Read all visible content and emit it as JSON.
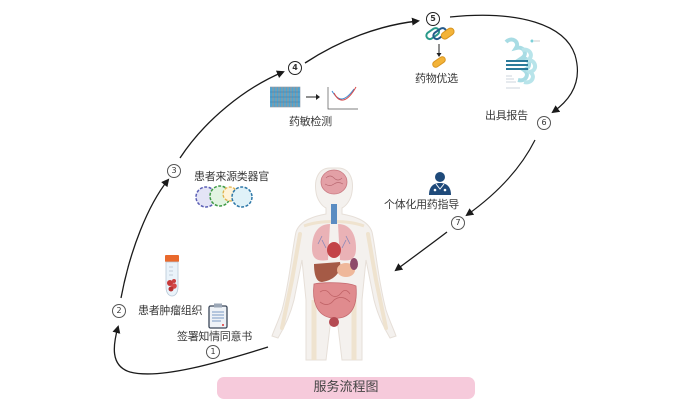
{
  "diagram": {
    "title": "服务流程图",
    "colors": {
      "title_bg": "#f6cadb",
      "arrow": "#1a1a1a",
      "skeleton": "#efe6d6",
      "organ_pink": "#e79aa0",
      "organ_red": "#c94a4f",
      "liver": "#a85a48",
      "trachea": "#4a7ab0",
      "accent_teal": "#7ccfd8",
      "doctor_navy": "#1f4a7a"
    },
    "steps": [
      {
        "number": "1",
        "label": "签署知情同意书",
        "icon": "clipboard-icon"
      },
      {
        "number": "2",
        "label": "患者肿瘤组织",
        "icon": "test-tube-icon"
      },
      {
        "number": "3",
        "label": "患者来源类器官",
        "icon": "organoid-icon"
      },
      {
        "number": "4",
        "label": "药敏检测",
        "icon": "plate-to-curve-icon"
      },
      {
        "number": "5",
        "label": "药物优选",
        "icon": "pills-icon"
      },
      {
        "number": "6",
        "label": "出具报告",
        "icon": "report-icon"
      },
      {
        "number": "7",
        "label": "个体化用药指导",
        "icon": "doctor-icon"
      }
    ],
    "center_figure": "human-body-anatomy"
  }
}
